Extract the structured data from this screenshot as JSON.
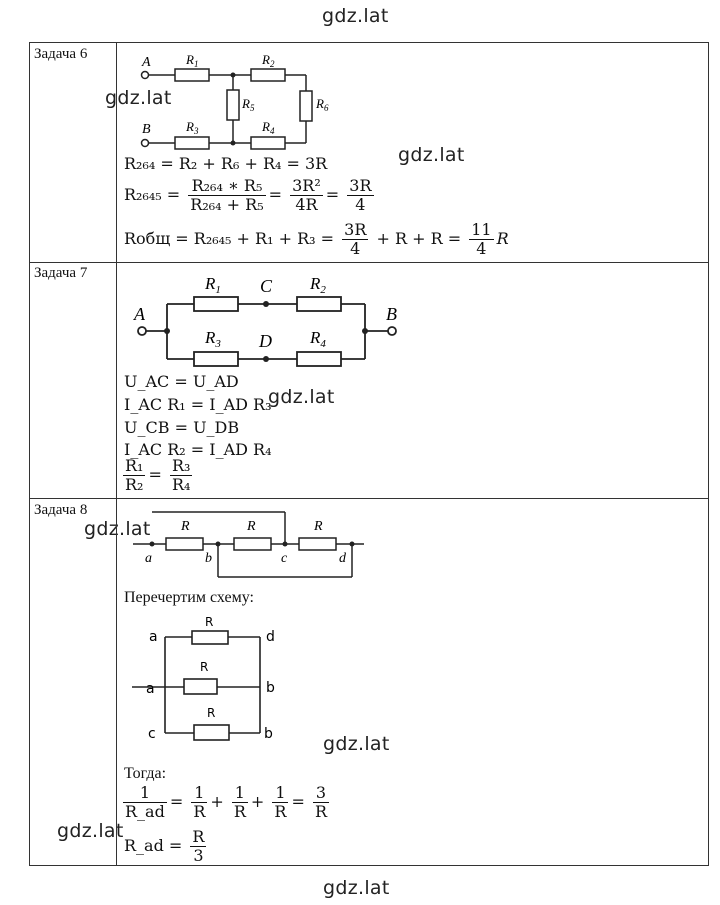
{
  "watermark": "gdz.lat",
  "tasks": {
    "t6": {
      "label": "Задача 6",
      "nodes": {
        "a": "A",
        "b": "B"
      },
      "resistors": {
        "r1": "R",
        "r1s": "1",
        "r2": "R",
        "r2s": "2",
        "r3": "R",
        "r3s": "3",
        "r4": "R",
        "r4s": "4",
        "r5": "R",
        "r5s": "5",
        "r6": "R",
        "r6s": "6"
      },
      "eq1": "R₂₆₄ = R₂ + R₆ + R₄ = 3R",
      "eq2_lhs": "R₂₆₄₅ =",
      "eq2_num1": "R₂₆₄ ∗ R₅",
      "eq2_den1": "R₂₆₄ + R₅",
      "eq2_num2": "3R²",
      "eq2_den2": "4R",
      "eq2_num3": "3R",
      "eq2_den3": "4",
      "eq3_lhs": "Rобщ = R₂₆₄₅ + R₁ + R₃ =",
      "eq3_num1": "3R",
      "eq3_den1": "4",
      "eq3_mid": "+ R + R =",
      "eq3_num2": "11",
      "eq3_den2": "4",
      "eq3_tail": "R"
    },
    "t7": {
      "label": "Задача 7",
      "nodes": {
        "a": "A",
        "b": "B",
        "c": "C",
        "d": "D"
      },
      "resistors": {
        "r1": "R",
        "r1s": "1",
        "r2": "R",
        "r2s": "2",
        "r3": "R",
        "r3s": "3",
        "r4": "R",
        "r4s": "4"
      },
      "eq1": "U_AC = U_AD",
      "eq2": "I_AC R₁ = I_AD R₃",
      "eq3": "U_CB = U_DB",
      "eq4": "I_AC R₂ = I_AD R₄",
      "eq5_num1": "R₁",
      "eq5_den1": "R₂",
      "eq5_num2": "R₃",
      "eq5_den2": "R₄"
    },
    "t8": {
      "label": "Задача 8",
      "nodes": {
        "a": "a",
        "b": "b",
        "c": "c",
        "d": "d"
      },
      "resistor": "R",
      "redraw": "Перечертим схему:",
      "hand_nodes": {
        "a1": "a",
        "d": "d",
        "a2": "a",
        "b1": "b",
        "c": "c",
        "b2": "b"
      },
      "hand_r": "R",
      "then": "Тогда:",
      "eq1_num1": "1",
      "eq1_den1": "R_ad",
      "eq1_terms": [
        "1",
        "R",
        "1",
        "R",
        "1",
        "R"
      ],
      "eq1_num_res": "3",
      "eq1_den_res": "R",
      "eq2_lhs": "R_ad =",
      "eq2_num": "R",
      "eq2_den": "3"
    }
  }
}
